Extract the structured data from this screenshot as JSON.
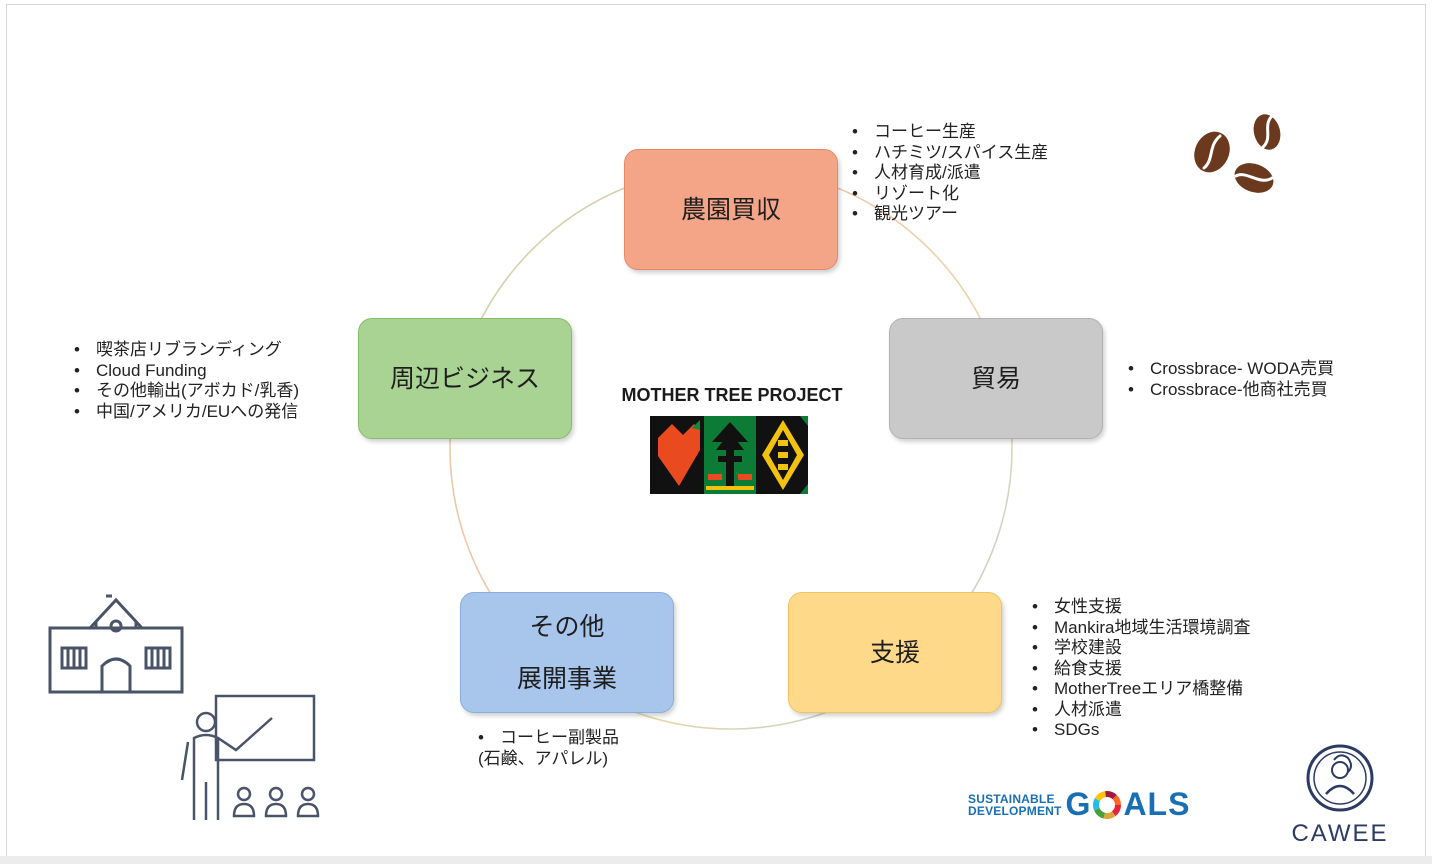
{
  "center": {
    "title": "MOTHER TREE PROJECT"
  },
  "nodes": {
    "farm": {
      "label": "農園買収"
    },
    "trade": {
      "label": "貿易"
    },
    "support": {
      "label": "支援"
    },
    "other": {
      "label_line1": "その他",
      "label_line2": "展開事業"
    },
    "peripheral": {
      "label": "周辺ビジネス"
    }
  },
  "lists": {
    "farm": [
      "コーヒー生産",
      "ハチミツ/スパイス生産",
      "人材育成/派遣",
      "リゾート化",
      "観光ツアー"
    ],
    "trade": [
      "Crossbrace- WODA売買",
      "Crossbrace-他商社売買"
    ],
    "support": [
      "女性支援",
      "Mankira地域生活環境調査",
      "学校建設",
      "給食支援",
      "MotherTreeエリア橋整備",
      "人材派遣",
      "SDGs"
    ],
    "peripheral": [
      "喫茶店リブランディング",
      "Cloud Funding",
      "その他輸出(アボカド/乳香)",
      "中国/アメリカ/EUへの発信"
    ],
    "other": {
      "item": "コーヒー副製品",
      "sub": "(石鹸、アパレル)"
    }
  },
  "logos": {
    "sdg_line1": "SUSTAINABLE",
    "sdg_line2": "DEVELOPMENT",
    "sdg_word_g": "G",
    "sdg_word_rest": "ALS",
    "cawee": "CAWEE"
  },
  "colors": {
    "farm": "#f4a587",
    "trade": "#c9c9c9",
    "support": "#ffd98a",
    "other": "#a8c6ec",
    "peripheral": "#a9d393",
    "sdg_blue": "#1a6fb3"
  }
}
